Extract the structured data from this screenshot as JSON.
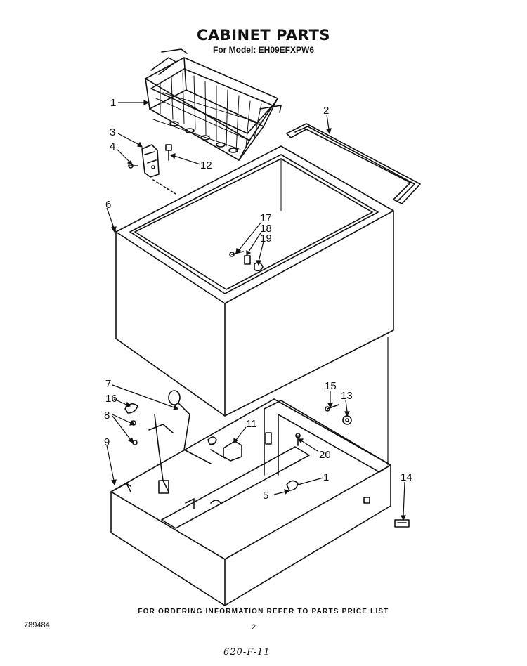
{
  "header": {
    "title": "CABINET PARTS",
    "model_line": "For Model: EH09EFXPW6"
  },
  "callouts": {
    "c1": "1",
    "c2": "2",
    "c3": "3",
    "c4": "4",
    "c5": "5",
    "c6": "6",
    "c7": "7",
    "c8": "8",
    "c9": "9",
    "c11": "11",
    "c12": "12",
    "c13": "13",
    "c14": "14",
    "c15": "15",
    "c16": "16",
    "c17": "17",
    "c18": "18",
    "c19": "19",
    "c20": "20",
    "c_base": "1"
  },
  "footer": {
    "ordering_note": "FOR ORDERING INFORMATION REFER TO PARTS PRICE LIST",
    "doc_number": "789484",
    "page_number": "2",
    "handwritten_note": "620-F-11"
  }
}
